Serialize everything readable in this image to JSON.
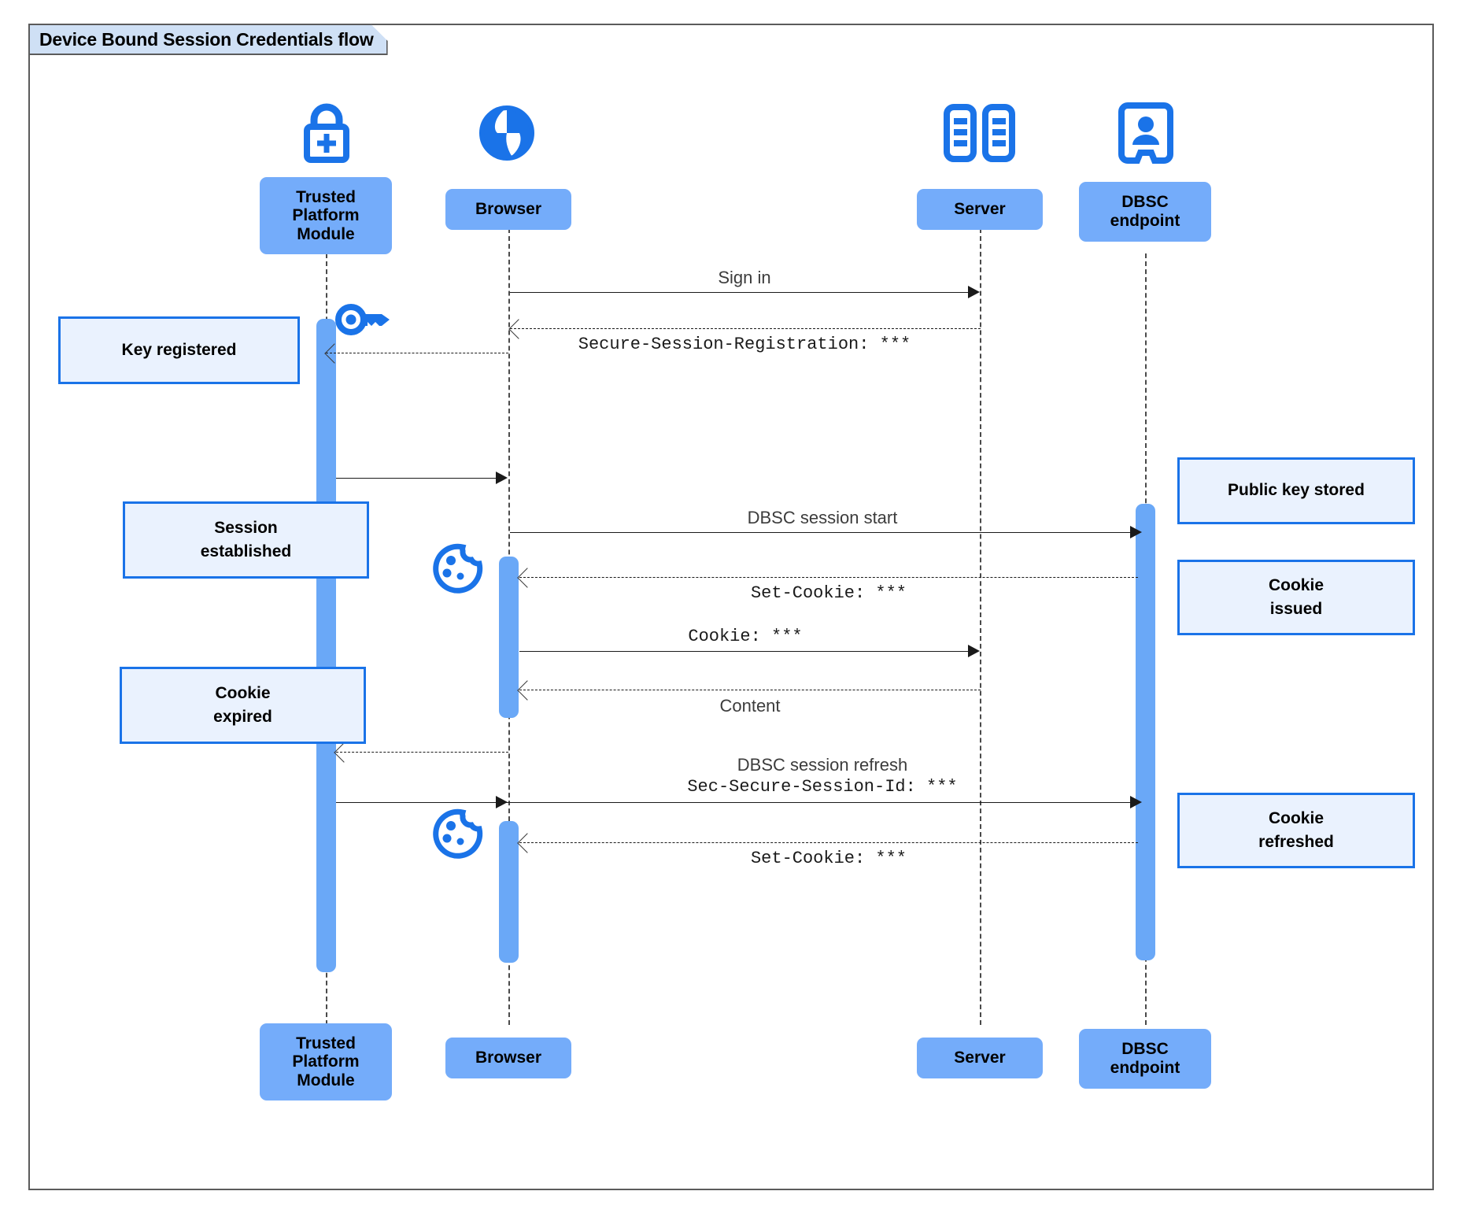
{
  "diagram": {
    "title": "Device Bound Session Credentials flow",
    "type": "uml-sequence-diagram",
    "colors": {
      "participant_fill": "#74acfa",
      "activation_fill": "#6aa8f7",
      "note_fill": "#eaf2fe",
      "note_border": "#1a73e8",
      "icon_blue": "#1a73e8",
      "frame_border": "#5b5b5b",
      "frame_tab_fill": "#cfe0f5"
    }
  },
  "participants": [
    {
      "id": "tpm",
      "label": "Trusted\nPlatform\nModule",
      "label_line1": "Trusted",
      "label_line2": "Platform",
      "label_line3": "Module",
      "icon": "lock-plus-icon"
    },
    {
      "id": "browser",
      "label": "Browser",
      "icon": "globe-icon"
    },
    {
      "id": "server",
      "label": "Server",
      "icon": "server-rack-icon"
    },
    {
      "id": "dbsc",
      "label": "DBSC\nendpoint",
      "label_line1": "DBSC",
      "label_line2": "endpoint",
      "icon": "id-badge-icon"
    }
  ],
  "messages": [
    {
      "id": "m1",
      "from": "browser",
      "to": "server",
      "label": "Sign in",
      "style": "solid",
      "font": "sans"
    },
    {
      "id": "m2",
      "from": "server",
      "to": "browser",
      "label": "Secure-Session-Registration: ***",
      "style": "dashed",
      "font": "mono"
    },
    {
      "id": "m3",
      "from": "tpm",
      "to": "browser",
      "label": "",
      "style": "solid",
      "font": "sans"
    },
    {
      "id": "m4",
      "from": "browser",
      "to": "dbsc",
      "label": "DBSC session start",
      "style": "solid",
      "font": "sans"
    },
    {
      "id": "m5",
      "from": "dbsc",
      "to": "browser",
      "label": "Set-Cookie: ***",
      "style": "dashed",
      "font": "mono"
    },
    {
      "id": "m6",
      "from": "browser",
      "to": "server",
      "label": "Cookie: ***",
      "style": "dashed",
      "font": "mono"
    },
    {
      "id": "m7",
      "from": "server",
      "to": "browser",
      "label": "Content",
      "style": "dashed",
      "font": "sans"
    },
    {
      "id": "m8",
      "from": "browser",
      "to": "tpm",
      "label": "",
      "style": "dashed",
      "font": "sans"
    },
    {
      "id": "m9",
      "from": "tpm",
      "to": "dbsc",
      "label_line1": "DBSC session refresh",
      "label_line2": "Sec-Secure-Session-Id: ***",
      "style": "solid",
      "font": "mixed"
    },
    {
      "id": "m10",
      "from": "dbsc",
      "to": "browser",
      "label": "Set-Cookie: ***",
      "style": "dashed",
      "font": "mono"
    }
  ],
  "notes": [
    {
      "id": "n1",
      "side": "left",
      "text": "Key registered",
      "near": "tpm"
    },
    {
      "id": "n2",
      "side": "left",
      "text": "Session\nestablished",
      "line1": "Session",
      "line2": "established",
      "near": "tpm"
    },
    {
      "id": "n3",
      "side": "left",
      "text": "Cookie\nexpired",
      "line1": "Cookie",
      "line2": "expired",
      "near": "tpm"
    },
    {
      "id": "n4",
      "side": "right",
      "text": "Public key stored",
      "near": "dbsc"
    },
    {
      "id": "n5",
      "side": "right",
      "text": "Cookie\nissued",
      "line1": "Cookie",
      "line2": "issued",
      "near": "dbsc"
    },
    {
      "id": "n6",
      "side": "right",
      "text": "Cookie\nrefreshed",
      "line1": "Cookie",
      "line2": "refreshed",
      "near": "dbsc"
    }
  ],
  "inline_icons": [
    {
      "id": "key1",
      "name": "key-icon",
      "after_message": "m2"
    },
    {
      "id": "cookie1",
      "name": "cookie-icon",
      "after_message": "m5"
    },
    {
      "id": "cookie2",
      "name": "cookie-icon",
      "after_message": "m10"
    }
  ]
}
